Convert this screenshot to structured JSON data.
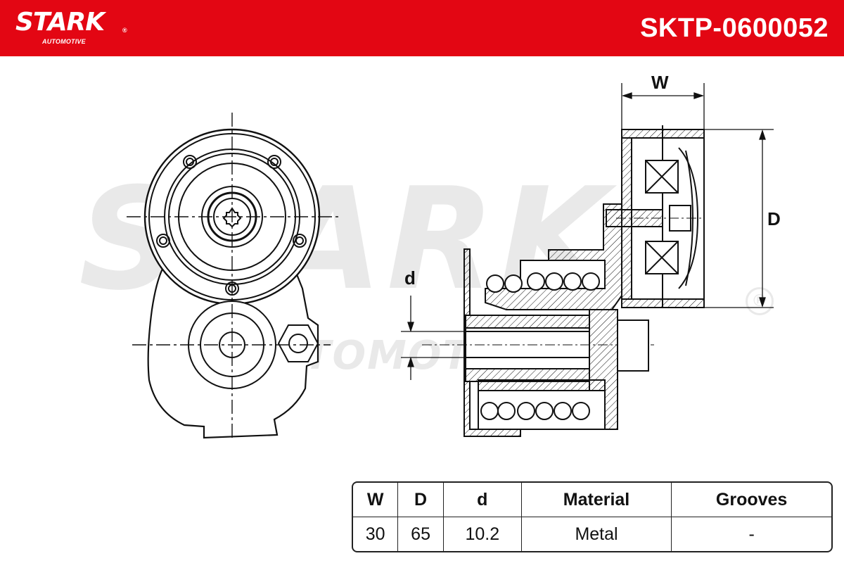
{
  "header": {
    "brand": "STARK",
    "brand_registered": "®",
    "brand_sub": "AUTOMOTIVE",
    "part_number": "SKTP-0600052",
    "background_color": "#e30613"
  },
  "watermark": {
    "text": "STARK",
    "sub_text": "AUTOMOTIVE",
    "registered": "®"
  },
  "dimension_labels": {
    "width": "W",
    "diameter": "D",
    "bore": "d"
  },
  "specs_table": {
    "headers": [
      "W",
      "D",
      "d",
      "Material",
      "Grooves"
    ],
    "values": [
      "30",
      "65",
      "10.2",
      "Metal",
      "-"
    ]
  }
}
